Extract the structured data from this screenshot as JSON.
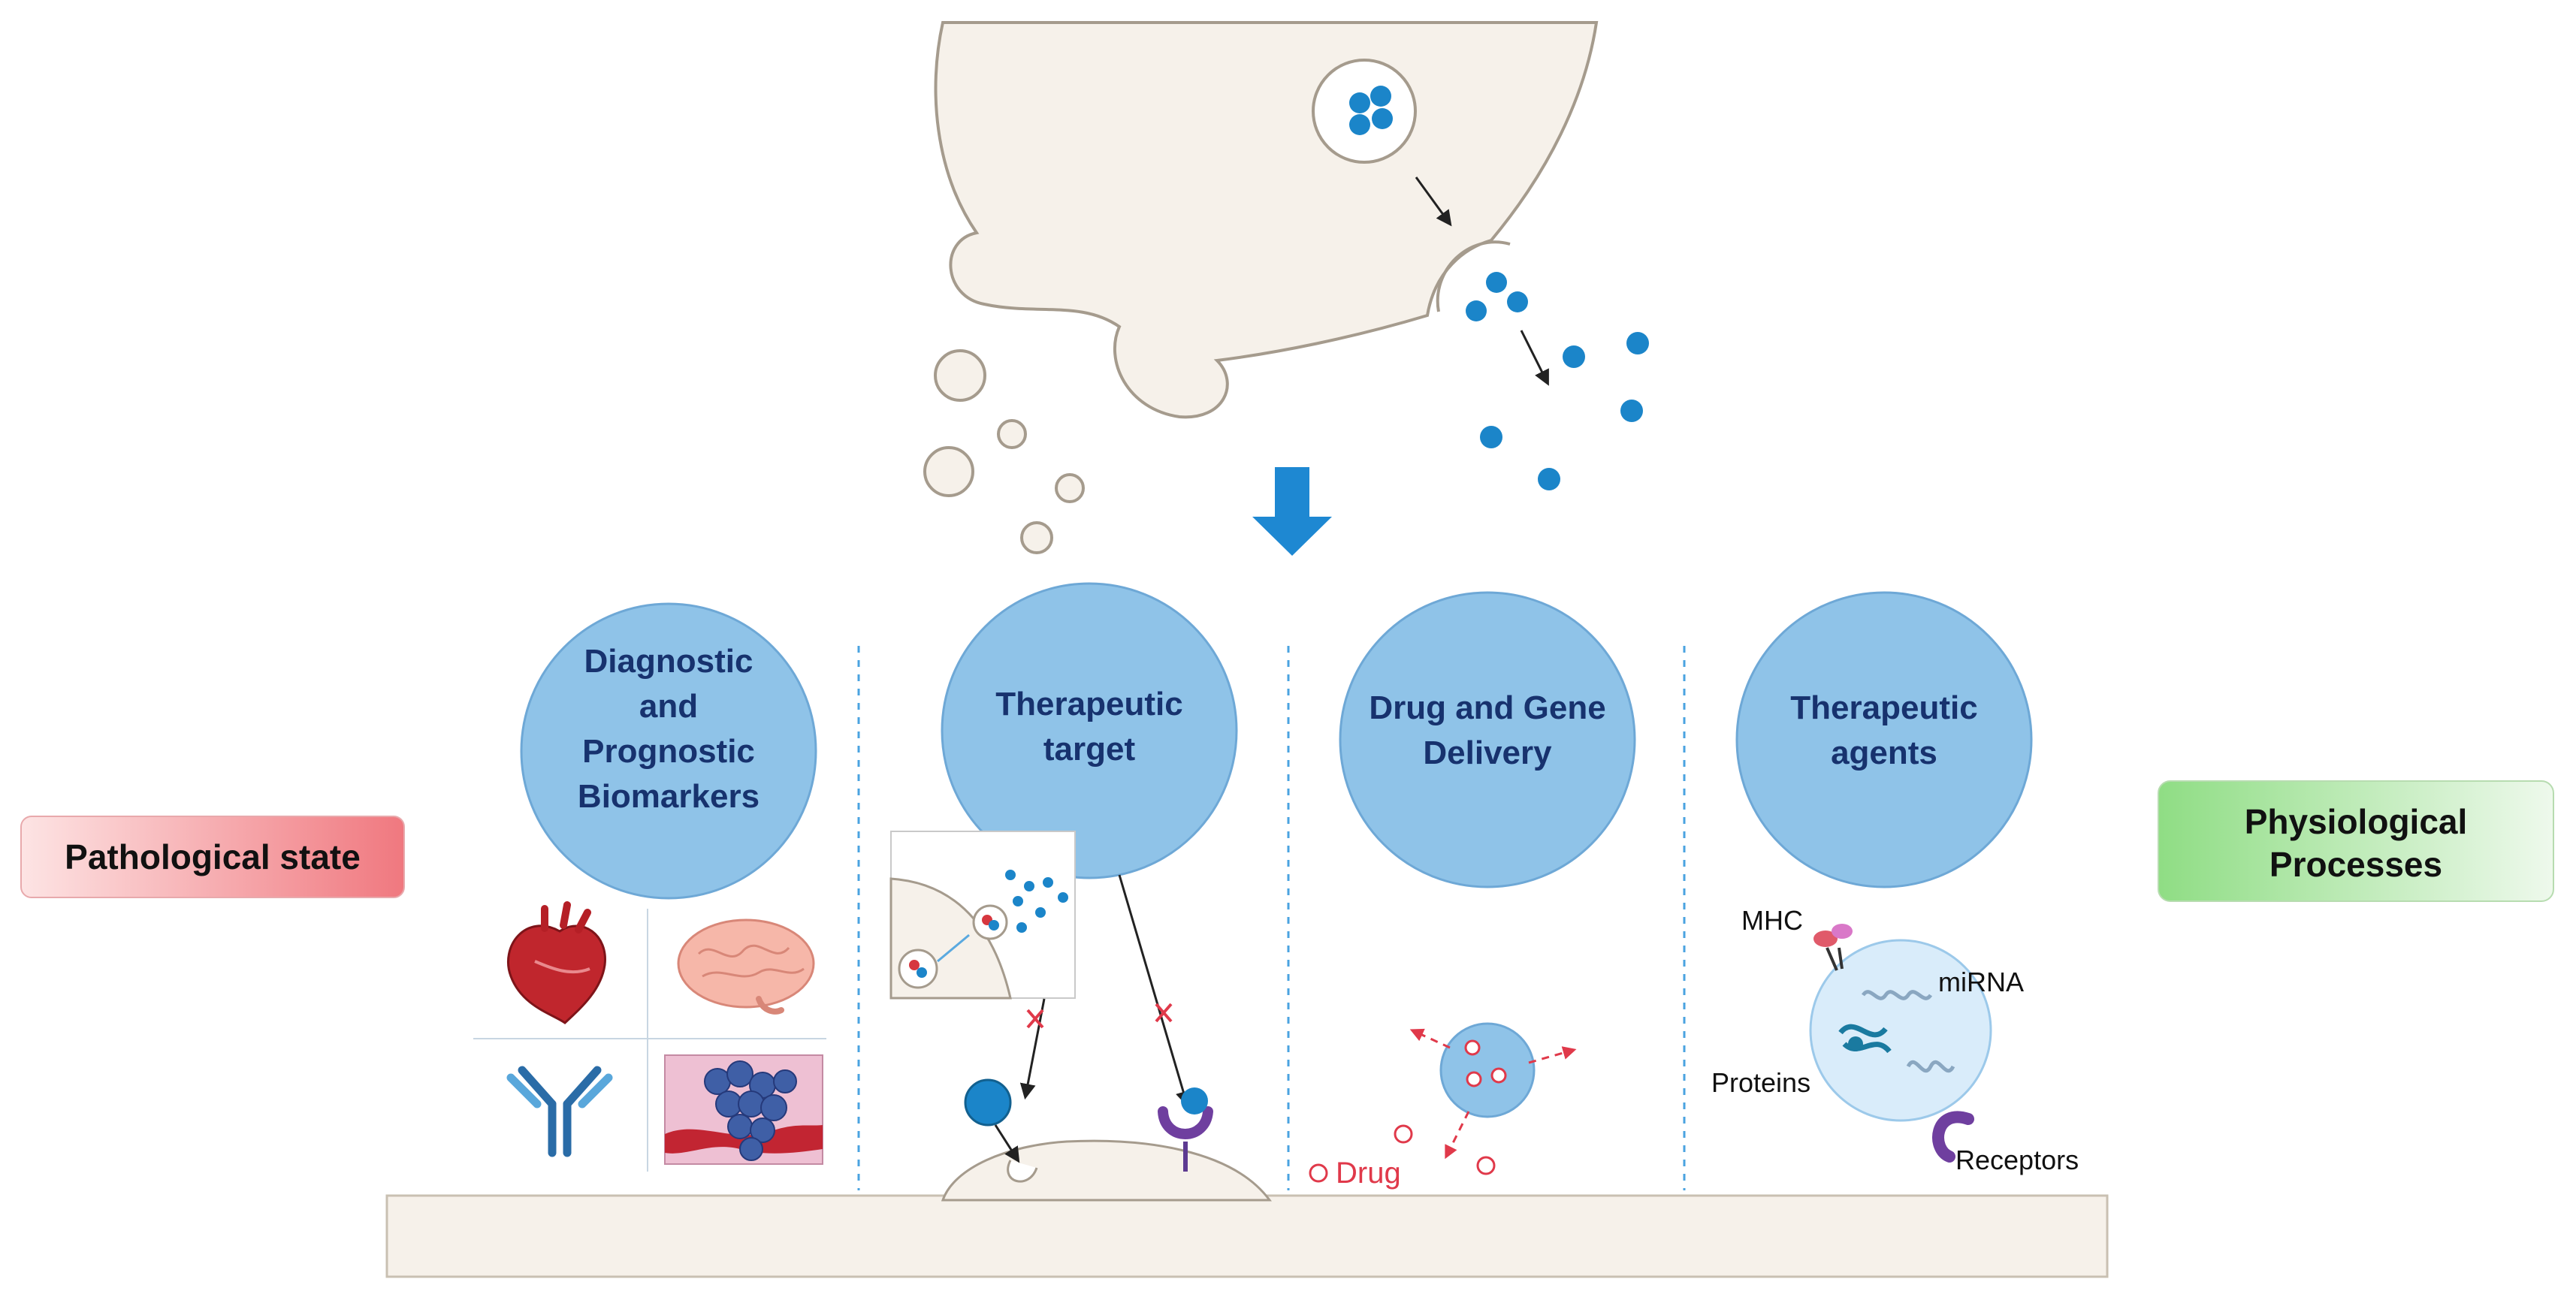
{
  "side_labels": {
    "left": "Pathological state",
    "right": [
      "Physiological",
      "Processes"
    ]
  },
  "circles": [
    {
      "lines": [
        "Diagnostic",
        "and",
        "Prognostic",
        "Biomarkers"
      ]
    },
    {
      "lines": [
        "Therapeutic",
        "target"
      ]
    },
    {
      "lines": [
        "Drug and Gene",
        "Delivery"
      ]
    },
    {
      "lines": [
        "Therapeutic",
        "agents"
      ]
    }
  ],
  "annotations": {
    "drug": "Drug",
    "mhc": "MHC",
    "mirna": "miRNA",
    "proteins": "Proteins",
    "receptors": "Receptors"
  },
  "colors": {
    "cell": "#f6f1ea",
    "cell_stroke": "#a59b8d",
    "circle_fill": "#8fc3e8",
    "circle_stroke": "#6ea8d6",
    "dot_blue": "#1b85c9",
    "arrow_blue": "#1e88d2",
    "text_navy": "#17326e",
    "left_pill": "#f4a3a7",
    "right_pill": "#a9e6a1",
    "drug_red": "#e0394a",
    "divider": "#4aa3e0"
  },
  "icons": [
    "heart-icon",
    "brain-icon",
    "antibody-icon",
    "tissue-icon",
    "receptor-icon",
    "exosome-icon"
  ]
}
